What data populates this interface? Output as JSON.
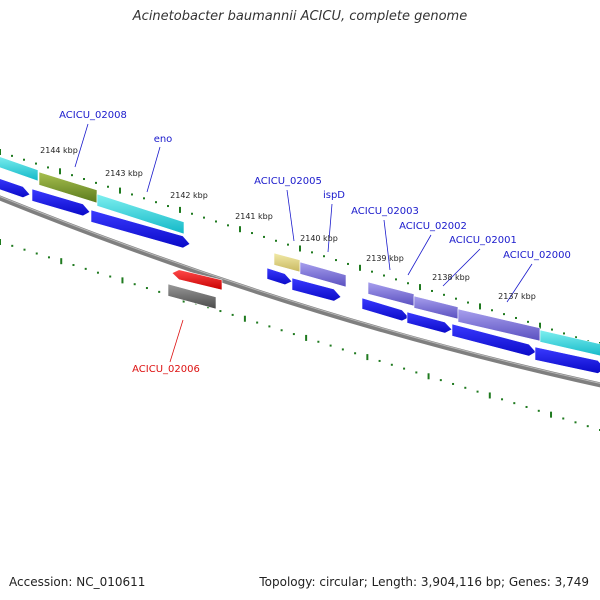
{
  "title": "Acinetobacter baumannii ACICU, complete genome",
  "footer": {
    "accession": "Accession: NC_010611",
    "summary": "Topology: circular; Length: 3,904,116 bp; Genes: 3,749"
  },
  "colors": {
    "backbone": "#7f7f7f",
    "tick_marks": "#1f7a1f",
    "gene_label": "#1a1acc",
    "highlight_label": "#dd1111",
    "cds": "#1010e0"
  },
  "ticks": [
    {
      "label": "2144 kbp"
    },
    {
      "label": "2143 kbp"
    },
    {
      "label": "2142 kbp"
    },
    {
      "label": "2141 kbp"
    },
    {
      "label": "2140 kbp"
    },
    {
      "label": "2139 kbp"
    },
    {
      "label": "2138 kbp"
    },
    {
      "label": "2137 kbp"
    }
  ],
  "genes": [
    {
      "label": "ACICU_02008",
      "highlight": false
    },
    {
      "label": "eno",
      "highlight": false
    },
    {
      "label": "ACICU_02006",
      "highlight": true
    },
    {
      "label": "ACICU_02005",
      "highlight": false
    },
    {
      "label": "ispD",
      "highlight": false
    },
    {
      "label": "ACICU_02003",
      "highlight": false
    },
    {
      "label": "ACICU_02002",
      "highlight": false
    },
    {
      "label": "ACICU_02001",
      "highlight": false
    },
    {
      "label": "ACICU_02000",
      "highlight": false
    }
  ]
}
